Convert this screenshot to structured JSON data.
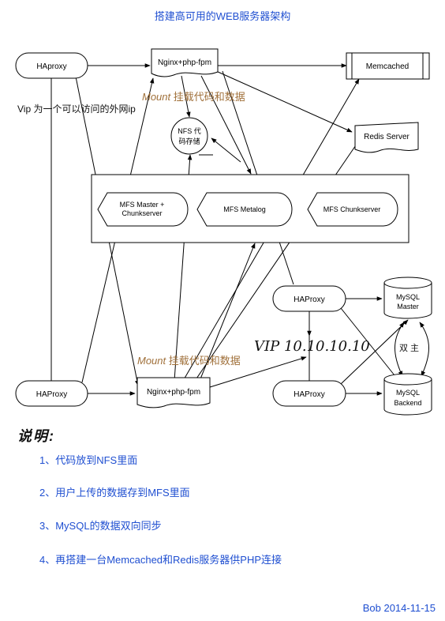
{
  "title": "搭建高可用的WEB服务器架构",
  "vip_note": "Vip 为一个可以访问的外网ip",
  "mount_top": {
    "em": "Mount",
    "text": " 挂载代码和数据"
  },
  "mount_bottom": {
    "em": "Mount",
    "text": " 挂载代码和数据"
  },
  "vip_address": "VIP 10.10.10.10",
  "dual_master": "双 主",
  "nodes": {
    "haproxy_top": "HAproxy",
    "haproxy_bottom": "HAProxy",
    "nginx_top": "Nginx+php-fpm",
    "nginx_bottom": "Nginx+php-fpm",
    "memcached": "Memcached",
    "redis": "Redis Server",
    "nfs_line1": "NFS 代",
    "nfs_line2": "码存储",
    "mfs_master_line1": "MFS Master +",
    "mfs_master_line2": "Chunkserver",
    "mfs_metalog": "MFS Metalog",
    "mfs_chunkserver": "MFS Chunkserver",
    "db_haproxy_top": "HAProxy",
    "db_haproxy_bottom": "HAProxy",
    "mysql_master_line1": "MySQL",
    "mysql_master_line2": "Master",
    "mysql_backend_line1": "MySQL",
    "mysql_backend_line2": "Backend"
  },
  "explanation": {
    "heading": "说明:",
    "items": [
      "1、代码放到NFS里面",
      "2、用户上传的数据存到MFS里面",
      "3、MySQL的数据双向同步",
      "4、再搭建一台Memcached和Redis服务器供PHP连接"
    ]
  },
  "author": "Bob 2014-11-15",
  "colors": {
    "title": "#1f4fd1",
    "mount": "#a0703a",
    "line": "#000000"
  }
}
